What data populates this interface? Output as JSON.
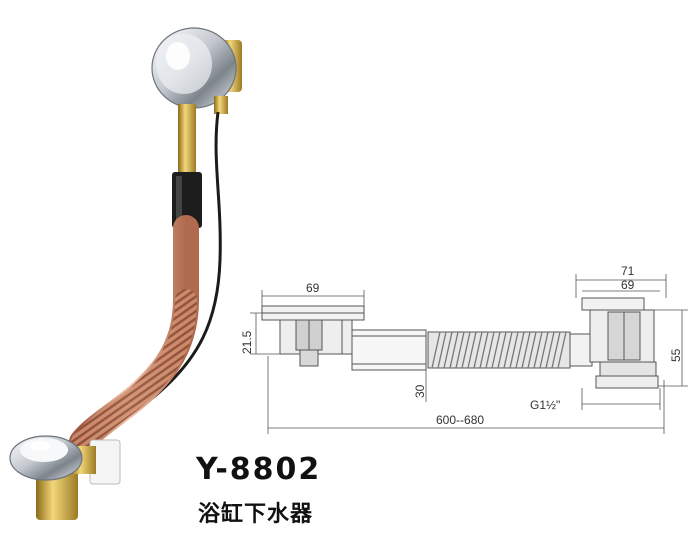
{
  "product": {
    "model": "Y-8802",
    "name": "浴缸下水器"
  },
  "dimensions": {
    "left_cap_width": "69",
    "left_height": "21.5",
    "pipe_diameter": "30",
    "total_length": "600--680",
    "right_outer_width": "71",
    "right_inner_width": "69",
    "right_height": "55",
    "thread": "G1½\""
  },
  "colors": {
    "chrome": "#c9ced6",
    "brass": "#c9a23a",
    "copper": "#c8866a",
    "drawing_line": "#555555"
  }
}
